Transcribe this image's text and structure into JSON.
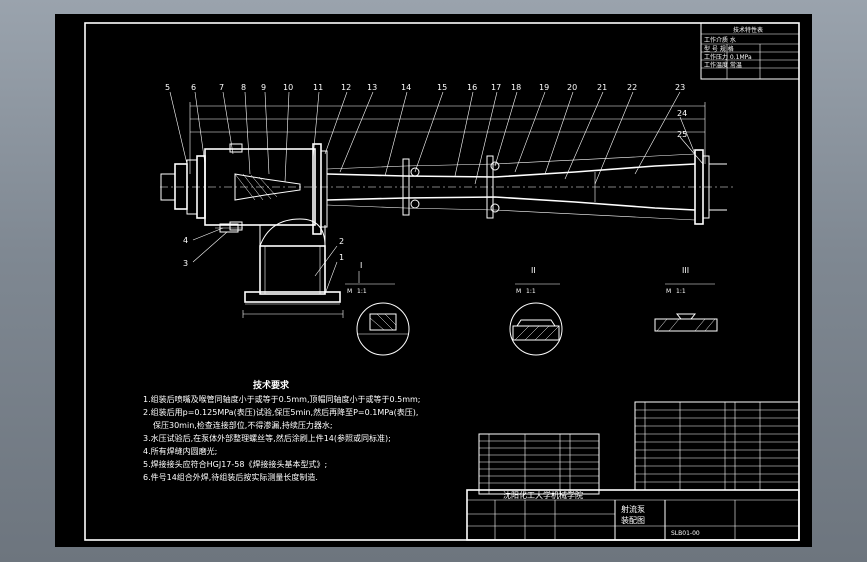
{
  "balloons": [
    "5",
    "6",
    "7",
    "8",
    "9",
    "10",
    "11",
    "12",
    "13",
    "14",
    "15",
    "16",
    "17",
    "18",
    "19",
    "20",
    "21",
    "22",
    "23",
    "24",
    "25",
    "4",
    "3",
    "2",
    "1"
  ],
  "section_marks": [
    "I",
    "II",
    "III"
  ],
  "section_scales": [
    "1:1",
    "1:1",
    "1:1"
  ],
  "section_scale_prefix": "M",
  "tech_requirements": {
    "title": "技术要求",
    "lines": [
      "1.组装后喷嘴及喉管同轴度小于或等于0.5mm,顶帽同轴度小于或等于0.5mm;",
      "2.组装后用p=0.125MPa(表压)试验,保压5min,然后再降至P=0.1MPa(表压),",
      "保压30min,检查连接部位,不得渗漏,持续压力器水;",
      "3.水压试验后,在泵体外部整理螺丝等,然后涂刷上件14(参照或同标准);",
      "4.所有焊缝内圆磨光;",
      "5.焊接接头应符合HGJ17-58《焊接接头基本型式》;",
      "6.件号14组合外焊,待组装后按实际测量长度制造."
    ]
  },
  "title_block": {
    "company": "沈阳化工大学机械学院",
    "drawing_name_1": "射流泵",
    "drawing_name_2": "装配图",
    "drawing_no": "SLB01-00"
  },
  "top_right_table": {
    "title": "技术特性表",
    "rows": [
      "工作介质 水",
      "型 号 规 格",
      "工作压力 0.1MPa",
      "工作温度 常温"
    ]
  },
  "colors": {
    "background": "#000000",
    "lines": "#ffffff",
    "accent_red": "#ff3b3b",
    "accent_green": "#32d96a",
    "accent_yellow": "#ffe45a"
  }
}
